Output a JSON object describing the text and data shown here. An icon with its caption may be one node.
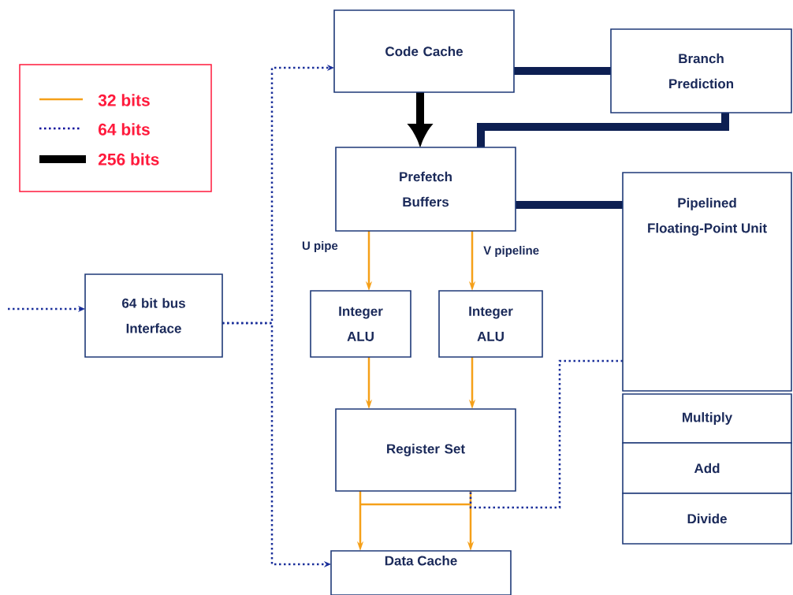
{
  "diagram": {
    "nodes": [
      {
        "text": [
          "Code Cache"
        ]
      },
      {
        "text": [
          "Branch Prediction"
        ]
      },
      {
        "text": [
          "Prefetch Buffers"
        ]
      },
      {
        "text": [
          "Pipelined Floating-Point Unit"
        ]
      },
      {
        "text": [
          "64 bit bus Interface"
        ]
      },
      {
        "text": [
          "Integer ALU"
        ]
      },
      {
        "text": [
          "Integer ALU"
        ]
      },
      {
        "text": [
          "Register Set"
        ]
      },
      {
        "text": [
          "Multiply"
        ]
      },
      {
        "text": [
          "Add"
        ]
      },
      {
        "text": [
          "Divide"
        ]
      },
      {
        "text": [
          "Data Cache"
        ]
      }
    ],
    "edges": [
      {
        "from": 0,
        "to": 2,
        "arrow": "to",
        "style": "thick",
        "color": "#000000"
      },
      {
        "from": 0,
        "to": 1,
        "arrow": "none",
        "style": "thick",
        "color": "#0d1f52"
      },
      {
        "from": 1,
        "to": 2,
        "arrow": "none",
        "style": "thick",
        "color": "#0d1f52"
      },
      {
        "from": 2,
        "to": 3,
        "arrow": "none",
        "style": "thick",
        "color": "#0d1f52"
      },
      {
        "from": 2,
        "to": 5,
        "arrow": "to",
        "label": "U pipe"
      },
      {
        "from": 2,
        "to": 6,
        "arrow": "to",
        "label": "V pipeline"
      },
      {
        "from": 5,
        "to": 7,
        "arrow": "to"
      },
      {
        "from": 6,
        "to": 7,
        "arrow": "to"
      },
      {
        "from": 7,
        "to": 11,
        "arrow": "to"
      },
      {
        "from": 7,
        "to": 11,
        "arrow": "to"
      },
      {
        "from": null,
        "to": 4,
        "arrow": "to",
        "style": "dashed",
        "color": "#1a2f9a"
      },
      {
        "from": 4,
        "to": 0,
        "arrow": "to",
        "style": "dashed",
        "color": "#1a2f9a"
      },
      {
        "from": 4,
        "to": 11,
        "arrow": "to",
        "style": "dashed",
        "color": "#1a2f9a"
      },
      {
        "from": 3,
        "to": 7,
        "arrow": "none",
        "style": "dashed",
        "color": "#1a2f9a"
      }
    ],
    "legend": [
      {
        "text": "32 bits"
      },
      {
        "text": "64 bits"
      },
      {
        "text": "256 bits"
      }
    ]
  }
}
